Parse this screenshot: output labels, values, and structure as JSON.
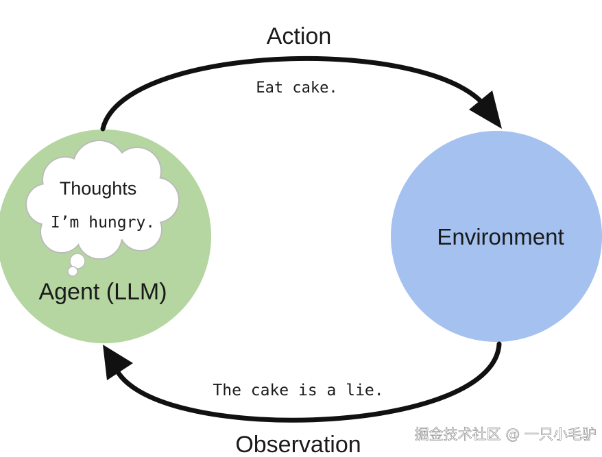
{
  "labels": {
    "action": "Action",
    "action_text": "Eat cake.",
    "observation": "Observation",
    "observation_text": "The cake is a lie.",
    "agent": "Agent (LLM)",
    "environment": "Environment",
    "thoughts": "Thoughts",
    "thought_text": "I’m hungry."
  },
  "watermark": "掘金技术社区 @ 一只小毛驴",
  "colors": {
    "agent_fill": "#b5d6a0",
    "environment_fill": "#a4c1ef",
    "arrow": "#111111",
    "bubble_fill": "#ffffff",
    "bubble_stroke": "#bbbbbb"
  }
}
